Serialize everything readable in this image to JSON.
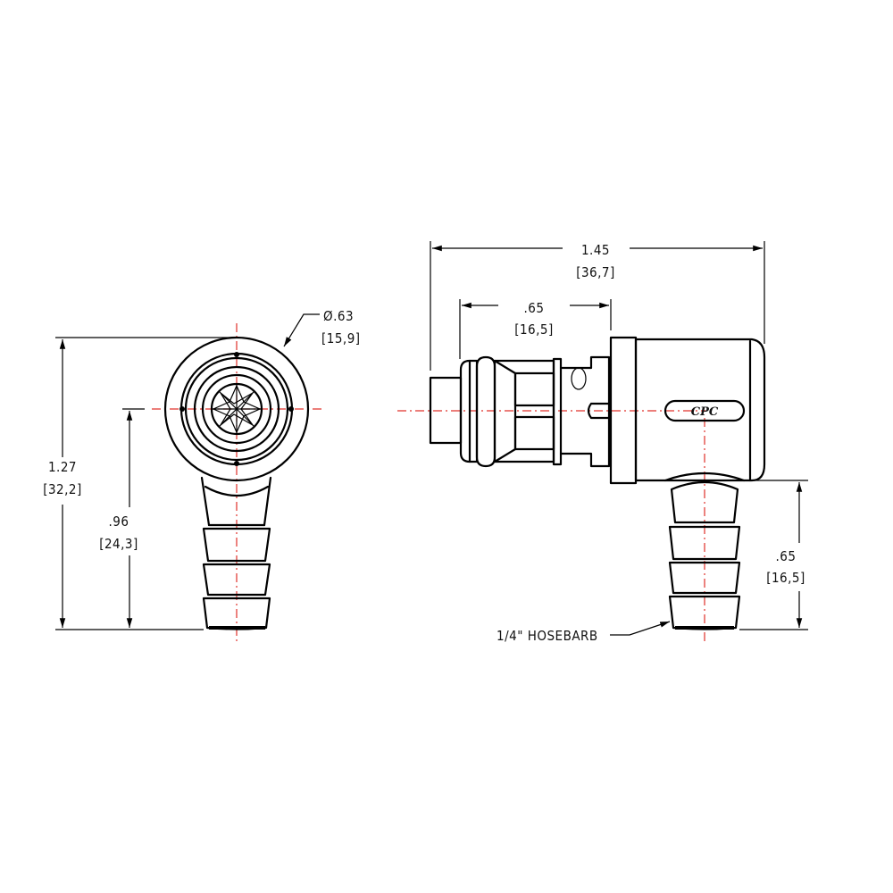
{
  "drawing": {
    "type": "technical-drawing",
    "subject": "elbow quick-disconnect coupling with hose barb",
    "line_color": "#000000",
    "centerline_color": "#e0302a",
    "background": "#ffffff"
  },
  "front_view": {
    "diameter": {
      "label": "Ø.63",
      "metric": "[15,9]"
    },
    "overall_height": {
      "label": "1.27",
      "metric": "[32,2]"
    },
    "center_height": {
      "label": ".96",
      "metric": "[24,3]"
    }
  },
  "side_view": {
    "overall_length": {
      "label": "1.45",
      "metric": "[36,7]"
    },
    "coupling_length": {
      "label": ".65",
      "metric": "[16,5]"
    },
    "barb_length": {
      "label": ".65",
      "metric": "[16,5]"
    },
    "callout": {
      "label": "1/4\" HOSEBARB"
    },
    "logo": {
      "text": "CPC"
    }
  }
}
